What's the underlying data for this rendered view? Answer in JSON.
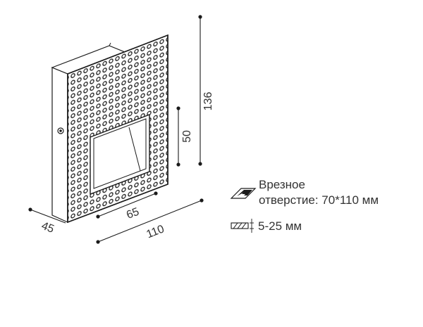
{
  "diagram": {
    "type": "technical-drawing",
    "subject": "recessed wall light with perforated plaster-in frame",
    "dimensions": {
      "depth": "45",
      "opening_width": "65",
      "total_width": "110",
      "opening_height": "50",
      "total_height": "136"
    },
    "units": "мм"
  },
  "legend": {
    "cutout": {
      "icon": "cutout-opening-icon",
      "line1": "Врезное",
      "line2": "отверстие: 70*110 мм"
    },
    "wall_thickness": {
      "icon": "wall-thickness-icon",
      "label": "5-25 мм"
    }
  },
  "colors": {
    "line": "#1a1a1a",
    "text": "#333333",
    "background": "#ffffff"
  }
}
